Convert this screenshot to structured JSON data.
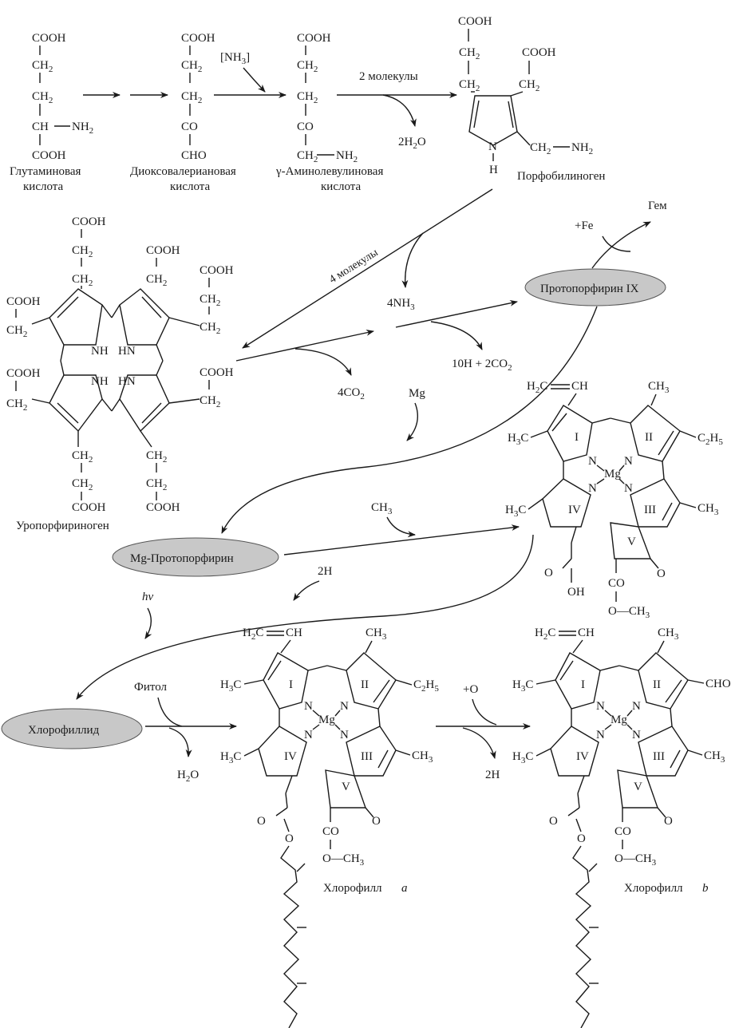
{
  "compounds": {
    "glutamic": {
      "formula": [
        "COOH",
        "CH2",
        "CH2",
        "CH",
        "NH2",
        "COOH"
      ],
      "name": [
        "Глутаминовая",
        "кислота"
      ]
    },
    "dioxovaleric": {
      "formula": [
        "COOH",
        "CH2",
        "CH2",
        "CO",
        "CHO"
      ],
      "name": [
        "Диоксовалериановая",
        "кислота"
      ]
    },
    "ala": {
      "formula": [
        "COOH",
        "CH2",
        "CH2",
        "CO",
        "CH2",
        "NH2"
      ],
      "name": [
        "γ-Аминолевулиновая",
        "кислота"
      ]
    },
    "pbg": {
      "name": "Порфобилиноген",
      "labels": [
        "COOH",
        "CH2",
        "COOH",
        "CH2",
        "N",
        "H",
        "CH2",
        "NH2"
      ]
    },
    "uro": {
      "name": "Уропорфириноген"
    },
    "protoporphyrin": {
      "name": "Протопорфирин IX"
    },
    "mg_proto": {
      "name": "Mg-Протопорфирин"
    },
    "chlorophyllide": {
      "name": "Хлорофиллид"
    },
    "chl_a": {
      "name": "Хлорофилл",
      "letter": "a"
    },
    "chl_b": {
      "name": "Хлорофилл",
      "letter": "b"
    }
  },
  "reagents": {
    "nh3": "[NH3]",
    "two_molecules": "2 молекулы",
    "two_h2o": "2H2O",
    "four_molecules": "4 молекулы",
    "four_nh3": "4NH3",
    "fe": "+Fe",
    "heme": "Гем",
    "four_co2": "4CO2",
    "ten_h": "10H + 2CO2",
    "mg": "Mg",
    "ch3": "CH3",
    "two_h": "2H",
    "hv": "hν",
    "phytol": "Фитол",
    "h2o": "H2O",
    "plus_o": "+O",
    "two_h_b": "2H"
  },
  "ring_labels": [
    "I",
    "II",
    "III",
    "IV",
    "V"
  ],
  "structure_labels": {
    "NH": "NH",
    "HN": "HN",
    "N": "N",
    "Mg": "Mg",
    "COOH": "COOH",
    "CH2": "CH2",
    "vinyl": "H2C=CH",
    "CH3": "CH3",
    "H3C": "H3C",
    "C2H5": "C2H5",
    "CHO": "CHO",
    "CO": "CO",
    "OCH3": "O—CH3",
    "O": "O",
    "OH": "OH"
  }
}
